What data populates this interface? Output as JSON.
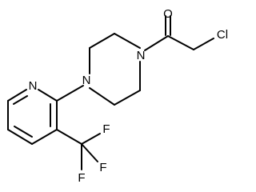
{
  "molecule": {
    "atoms": {
      "oxygen": "O",
      "chlorine": "Cl",
      "piperazine_n_top": "N",
      "piperazine_n_bottom": "N",
      "pyridine_n": "N",
      "fluorine_1": "F",
      "fluorine_2": "F",
      "fluorine_3": "F"
    }
  }
}
